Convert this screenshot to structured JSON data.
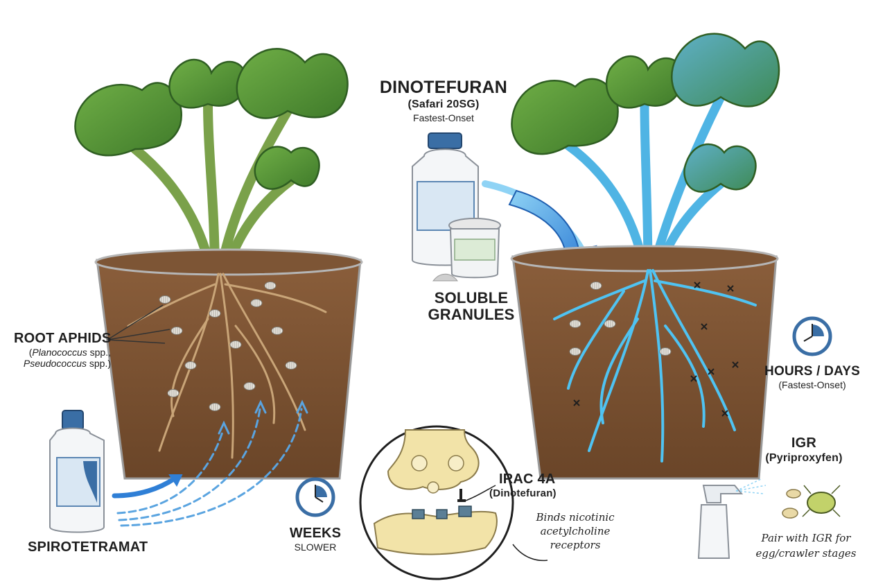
{
  "labels": {
    "root_aphids": "ROOT APHIDS",
    "species_1_genus": "Planococcus",
    "species_1_suffix": " spp.,",
    "species_2_genus": "Pseudococcus",
    "species_2_suffix": " spp.)",
    "species_open_paren": "(",
    "spirotetramat": "SPIROTETRAMAT",
    "weeks": "WEEKS",
    "slower": "SLOWER",
    "dinotefuran": "DINOTEFURAN",
    "safari": "(Safari 20SG)",
    "fastest_onset_top": "Fastest-Onset",
    "soluble_granules_line1": "SOLUBLE",
    "soluble_granules_line2": "GRANULES",
    "hours_days": "HOURS / DAYS",
    "fastest_onset_right": "(Fastest-Onset)",
    "irac": "IRAC 4A",
    "irac_sub": "(Dinotefuran)",
    "binds_line1": "Binds nicotinic",
    "binds_line2": "acetylcholine",
    "binds_line3": "receptors",
    "igr": "IGR",
    "igr_sub": "(Pyriproxyfen)",
    "pair_line1": "Pair with IGR for",
    "pair_line2": "egg/crawler stages"
  },
  "colors": {
    "leaf": "#5c9a3c",
    "leaf_dark": "#2f5e22",
    "soil": "#7a5233",
    "root": "#8c6540",
    "systemic_blue": "#3ea9e6",
    "arrow_blue": "#2f7fd6",
    "synapse": "#f2e3a8",
    "receptor": "#5b7f96"
  },
  "icons": {
    "clock": "clock-icon",
    "bottle": "bottle-icon",
    "jar": "granule-jar-icon",
    "spray": "spray-bottle-icon",
    "aphid": "aphid-icon"
  }
}
